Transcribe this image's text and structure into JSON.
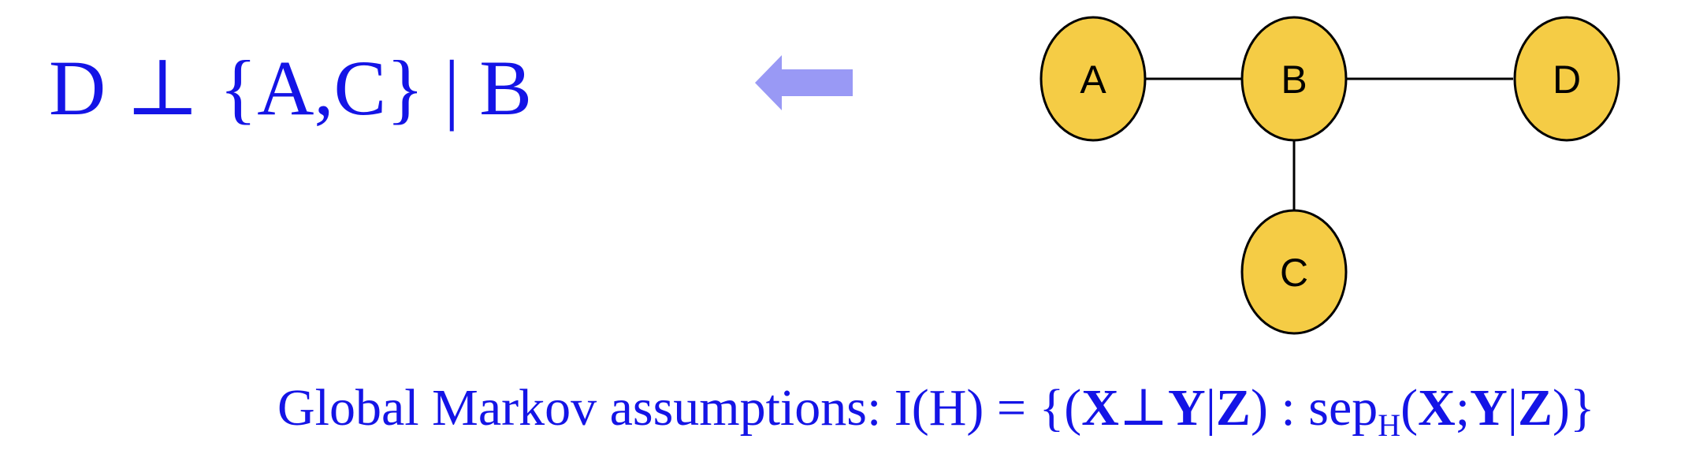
{
  "colors": {
    "text": "#1414E6",
    "arrow": "#9999F5",
    "node_fill": "#F5CC45",
    "node_stroke": "#000000",
    "edge": "#000000"
  },
  "statement": {
    "lhs": "D",
    "indep": "⊥",
    "set": "{A,C}",
    "bar": "|",
    "given": "B"
  },
  "arrow_icon": "left-arrow-icon",
  "graph": {
    "nodes": [
      {
        "id": "A",
        "label": "A"
      },
      {
        "id": "B",
        "label": "B"
      },
      {
        "id": "C",
        "label": "C"
      },
      {
        "id": "D",
        "label": "D"
      }
    ],
    "edges": [
      [
        "A",
        "B"
      ],
      [
        "B",
        "D"
      ],
      [
        "B",
        "C"
      ]
    ]
  },
  "formula": {
    "prefix": "Global Markov assumptions: I(H) = {(",
    "x1": "X",
    "perp": "⊥",
    "y1": "Y",
    "bar1": "|",
    "z1": "Z",
    "mid": ") : sep",
    "sub": "H",
    "open": "(",
    "x2": "X",
    "semi": ";",
    "y2": "Y",
    "bar2": "|",
    "z2": "Z",
    "close": ")}"
  }
}
